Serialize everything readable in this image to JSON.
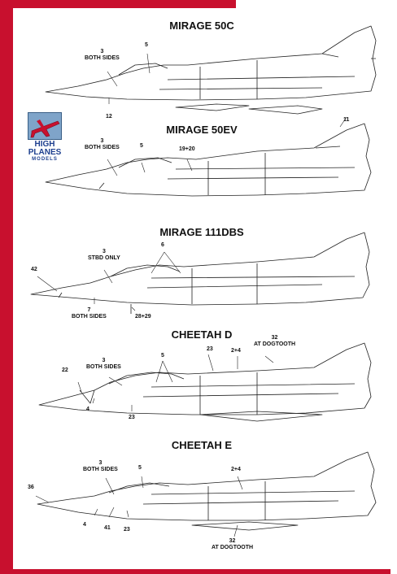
{
  "titles": [
    "MIRAGE 50C",
    "MIRAGE 50EV",
    "MIRAGE 111DBS",
    "CHEETAH D",
    "CHEETAH E"
  ],
  "logo": {
    "line1": "HIGH",
    "line2": "PLANES",
    "line3": "MODELS"
  },
  "colors": {
    "frame": "#c8102e",
    "logo_bg": "#7fa4c9",
    "logo_text": "#1d3f8f",
    "logo_plane": "#c8102e"
  },
  "callouts": {
    "a1": {
      "l1": "3",
      "l2": "BOTH SIDES"
    },
    "a2": "5",
    "a3": "12",
    "a4": "11",
    "b1": {
      "l1": "3",
      "l2": "BOTH SIDES"
    },
    "b2": "5",
    "b3": "19+20",
    "c1": {
      "l1": "3",
      "l2": "STBD ONLY"
    },
    "c2": "6",
    "c3": "42",
    "c4": {
      "l1": "7",
      "l2": "BOTH SIDES"
    },
    "c5": "28+29",
    "d1": {
      "l1": "3",
      "l2": "BOTH SIDES"
    },
    "d2": "5",
    "d3": "23",
    "d4": "2+4",
    "d5": {
      "l1": "32",
      "l2": "AT DOGTOOTH"
    },
    "d6": "22",
    "d7": "4",
    "d8": "23",
    "e1": {
      "l1": "3",
      "l2": "BOTH SIDES"
    },
    "e2": "5",
    "e3": "2+4",
    "e4": "36",
    "e5": "4",
    "e6": "41",
    "e7": "23",
    "e8": {
      "l1": "32",
      "l2": "AT DOGTOOTH"
    }
  }
}
